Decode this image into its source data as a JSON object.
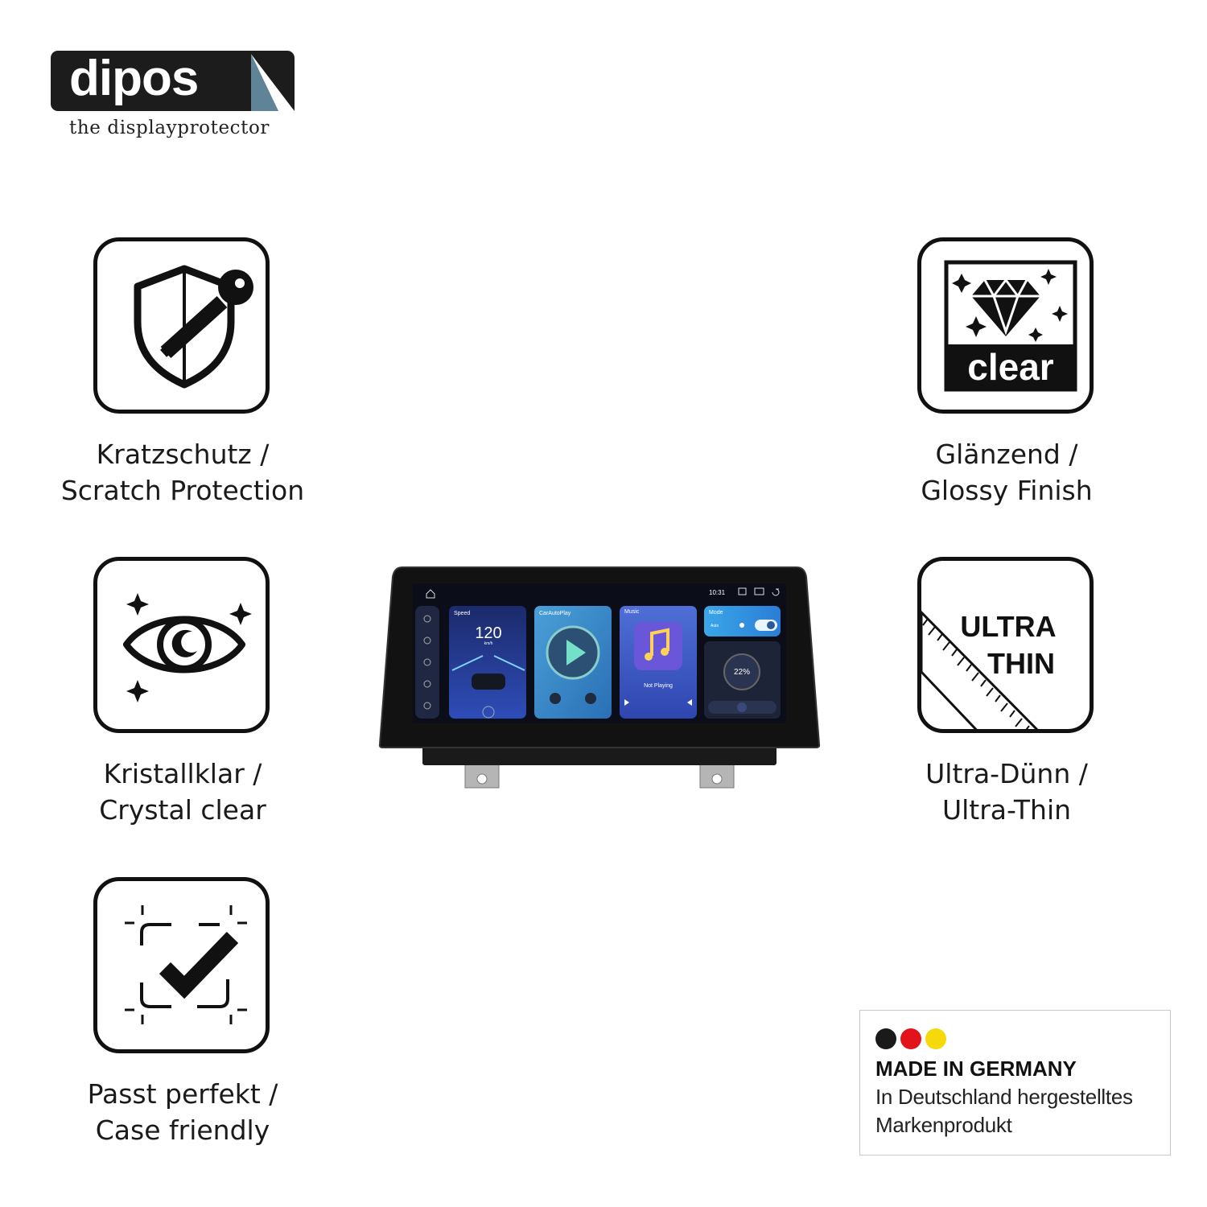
{
  "brand": {
    "name": "dipos",
    "tagline": "the displayprotector"
  },
  "features": [
    {
      "icon": "shield-key-icon",
      "line1": "Kratzschutz /",
      "line2": "Scratch Protection"
    },
    {
      "icon": "clear-diamond-icon",
      "line1": "Glänzend /",
      "line2": "Glossy Finish",
      "badge": "clear"
    },
    {
      "icon": "eye-icon",
      "line1": "Kristallklar /",
      "line2": "Crystal clear"
    },
    {
      "icon": "ultra-thin-ruler-icon",
      "line1": "Ultra-Dünn /",
      "line2": "Ultra-Thin",
      "badge_line1": "ULTRA",
      "badge_line2": "THIN"
    },
    {
      "icon": "check-frame-icon",
      "line1": "Passt perfekt /",
      "line2": "Case friendly"
    }
  ],
  "device_screen": {
    "status_time": "10:31",
    "speed_card": {
      "label": "Speed",
      "value": "120",
      "unit": "km/h"
    },
    "carplay_card": {
      "label": "CarAutoPlay"
    },
    "music_card": {
      "label": "Music",
      "status": "Not Playing"
    },
    "mode_card": {
      "label": "Mode",
      "option": "Auto"
    },
    "volume_card": {
      "value": "22%"
    }
  },
  "made_in_germany": {
    "title": "MADE IN GERMANY",
    "line1": "In Deutschland hergestelltes",
    "line2": "Markenprodukt",
    "flag_colors": [
      "#1a1a1a",
      "#e3131b",
      "#f5d90a"
    ]
  }
}
